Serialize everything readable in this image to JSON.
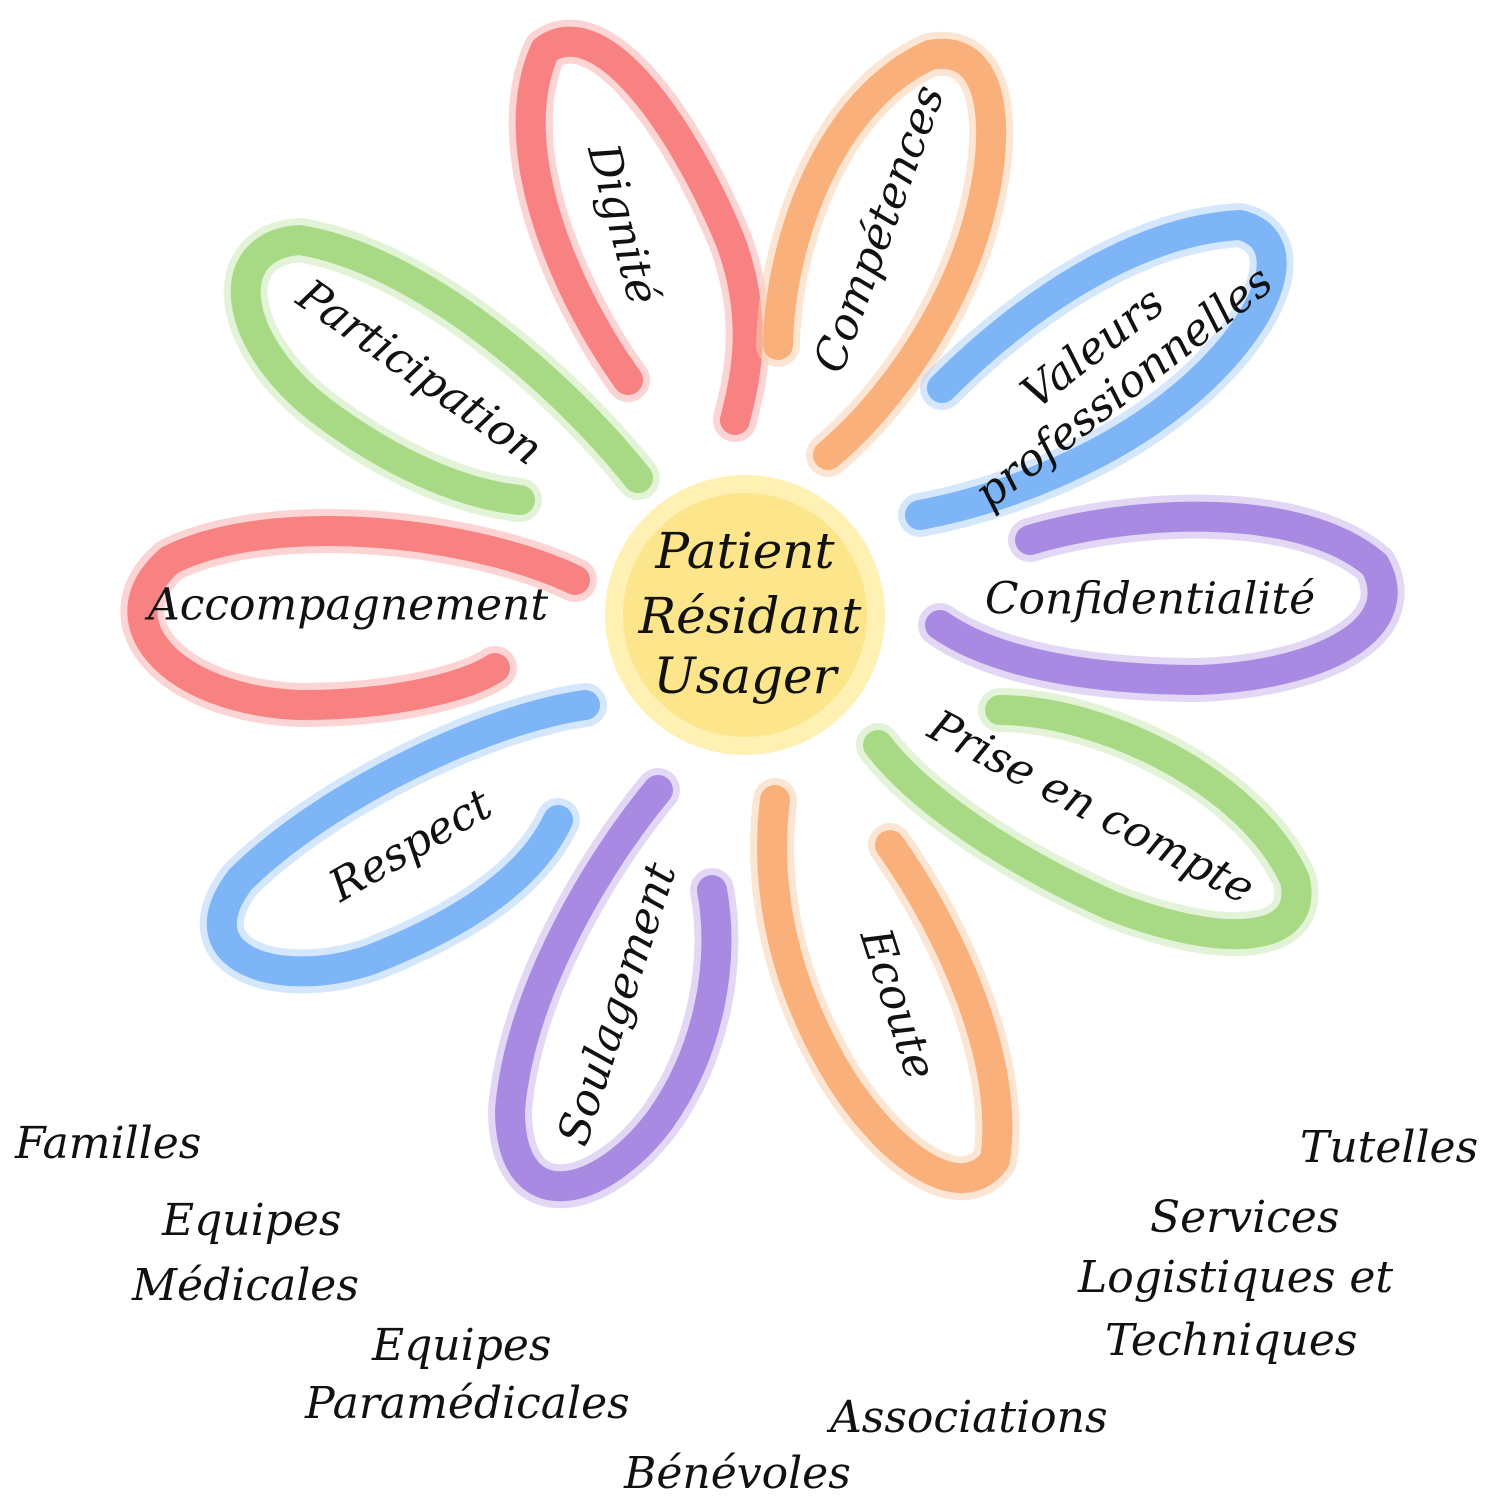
{
  "center": {
    "lines": [
      "Patient",
      "Résidant",
      "Usager"
    ],
    "fill_color": "#fce58a",
    "ring_color": "#fff0b3"
  },
  "petals": [
    {
      "label": "Dignité",
      "color": "#f87c7c",
      "glow": "#fbb1b1"
    },
    {
      "label": "Compétences",
      "color": "#f9ad76",
      "glow": "#fcd0af"
    },
    {
      "label": "Valeurs",
      "label_line2": "professionnelles",
      "color": "#78b2f6",
      "glow": "#b3d3fa"
    },
    {
      "label": "Confidentialité",
      "color": "#a486e0",
      "glow": "#cbb8ef"
    },
    {
      "label": "Prise en compte",
      "color": "#a4d882",
      "glow": "#cbe9b7"
    },
    {
      "label": "Ecoute",
      "color": "#f9ad76",
      "glow": "#fcd0af"
    },
    {
      "label": "Soulagement",
      "color": "#a486e0",
      "glow": "#cbb8ef"
    },
    {
      "label": "Respect",
      "color": "#78b2f6",
      "glow": "#b3d3fa"
    },
    {
      "label": "Accompagnement",
      "color": "#f87c7c",
      "glow": "#fbb1b1"
    },
    {
      "label": "Participation",
      "color": "#a4d882",
      "glow": "#cbe9b7"
    }
  ],
  "stakeholders": {
    "familles": "Familles",
    "equipes_medicales": [
      "Equipes",
      "Médicales"
    ],
    "equipes_paramedicales": [
      "Equipes",
      "Paramédicales"
    ],
    "benevoles": "Bénévoles",
    "associations": "Associations",
    "services": [
      "Services",
      "Logistiques et",
      "Techniques"
    ],
    "tutelles": "Tutelles"
  }
}
